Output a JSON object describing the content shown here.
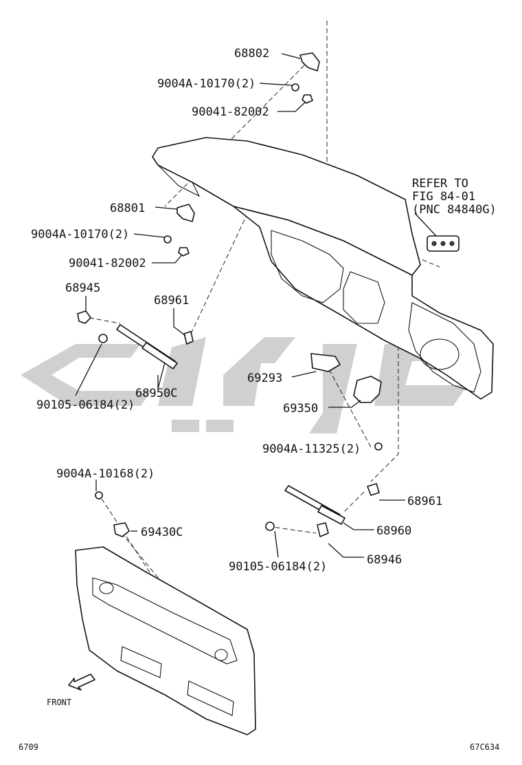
{
  "diagram": {
    "part_labels": {
      "p68802": "68802",
      "p9004a_10170_top": "9004A-10170(2)",
      "p90041_82002_top": "90041-82002",
      "refer_line1": "REFER TO",
      "refer_line2": "FIG 84-01",
      "refer_line3": "(PNC 84840G)",
      "p68801": "68801",
      "p9004a_10170_mid": "9004A-10170(2)",
      "p90041_82002_mid": "90041-82002",
      "p68945": "68945",
      "p68961_left": "68961",
      "p69293": "69293",
      "p68950c": "68950C",
      "p69350": "69350",
      "p90105_06184_left": "90105-06184(2)",
      "p9004a_11325": "9004A-11325(2)",
      "p9004a_10168": "9004A-10168(2)",
      "p68961_right": "68961",
      "p69430c": "69430C",
      "p68960": "68960",
      "p68946": "68946",
      "p90105_06184_right": "90105-06184(2)"
    },
    "front_label": "FRONT",
    "footer_left": "6709",
    "footer_right": "67C634"
  },
  "colors": {
    "line": "#111111",
    "watermark": "#a9a9a9",
    "background": "#ffffff"
  }
}
